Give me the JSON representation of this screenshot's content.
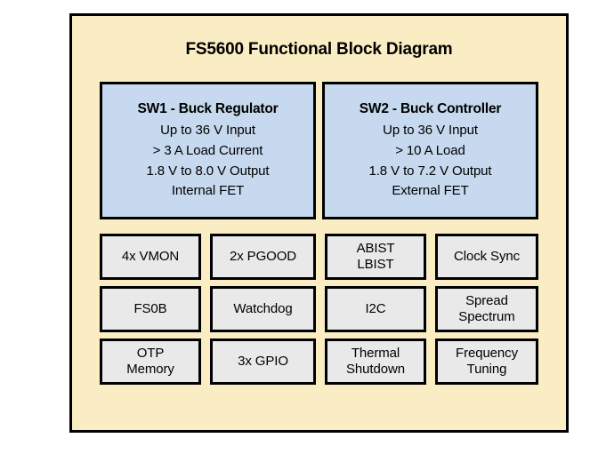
{
  "panel": {
    "title": "FS5600 Functional Block Diagram",
    "background_color": "#faedc4",
    "border_color": "#000000"
  },
  "switchers": {
    "block_color": "#c6d9ef",
    "items": [
      {
        "title": "SW1 - Buck Regulator",
        "lines": [
          "Up to 36 V Input",
          "> 3 A Load Current",
          "1.8 V to 8.0 V Output",
          "Internal FET"
        ]
      },
      {
        "title": "SW2 - Buck Controller",
        "lines": [
          "Up to 36 V Input",
          "> 10 A Load",
          "1.8 V to 7.2 V Output",
          "External FET"
        ]
      }
    ]
  },
  "features": {
    "block_color": "#e9e9e9",
    "rows": [
      [
        {
          "lines": [
            "4x VMON"
          ]
        },
        {
          "lines": [
            "2x PGOOD"
          ]
        },
        {
          "lines": [
            "ABIST",
            "LBIST"
          ]
        },
        {
          "lines": [
            "Clock Sync"
          ]
        }
      ],
      [
        {
          "lines": [
            "FS0B"
          ]
        },
        {
          "lines": [
            "Watchdog"
          ]
        },
        {
          "lines": [
            "I2C"
          ]
        },
        {
          "lines": [
            "Spread",
            "Spectrum"
          ]
        }
      ],
      [
        {
          "lines": [
            "OTP",
            "Memory"
          ]
        },
        {
          "lines": [
            "3x GPIO"
          ]
        },
        {
          "lines": [
            "Thermal",
            "Shutdown"
          ]
        },
        {
          "lines": [
            "Frequency",
            "Tuning"
          ]
        }
      ]
    ]
  }
}
